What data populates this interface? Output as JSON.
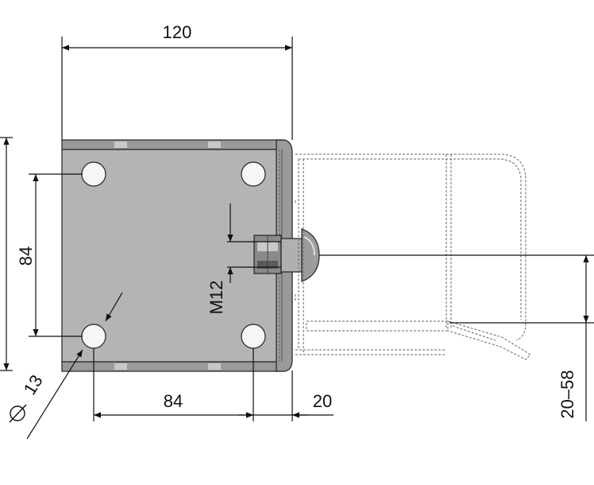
{
  "dimensions": {
    "overall_width": "120",
    "hole_spacing_vertical": "84",
    "hole_spacing_horizontal": "84",
    "hole_diameter": "13",
    "thread": "M12",
    "offset": "20",
    "adjust_range": "20–58"
  },
  "colors": {
    "plate": "#b4b4b4",
    "plate_edge": "#8c8c8c",
    "hole": "#f6f6f6",
    "line": "#111111"
  }
}
